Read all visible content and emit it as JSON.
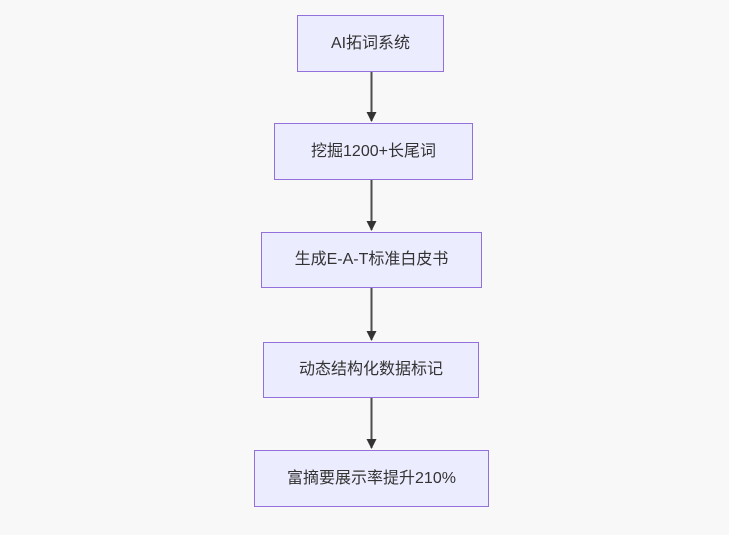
{
  "diagram": {
    "type": "flowchart",
    "direction": "top-down",
    "nodes": [
      {
        "id": "n1",
        "label": "AI拓词系统"
      },
      {
        "id": "n2",
        "label": "挖掘1200+长尾词"
      },
      {
        "id": "n3",
        "label": "生成E-A-T标准白皮书"
      },
      {
        "id": "n4",
        "label": "动态结构化数据标记"
      },
      {
        "id": "n5",
        "label": "富摘要展示率提升210%"
      }
    ],
    "edges": [
      {
        "from": "n1",
        "to": "n2"
      },
      {
        "from": "n2",
        "to": "n3"
      },
      {
        "from": "n3",
        "to": "n4"
      },
      {
        "from": "n4",
        "to": "n5"
      }
    ],
    "colors": {
      "background": "#f8f8f8",
      "node_fill": "#ececff",
      "node_border": "#9370db",
      "node_text": "#333333",
      "edge_line": "#4d4d4d",
      "arrowhead": "#333333"
    }
  }
}
